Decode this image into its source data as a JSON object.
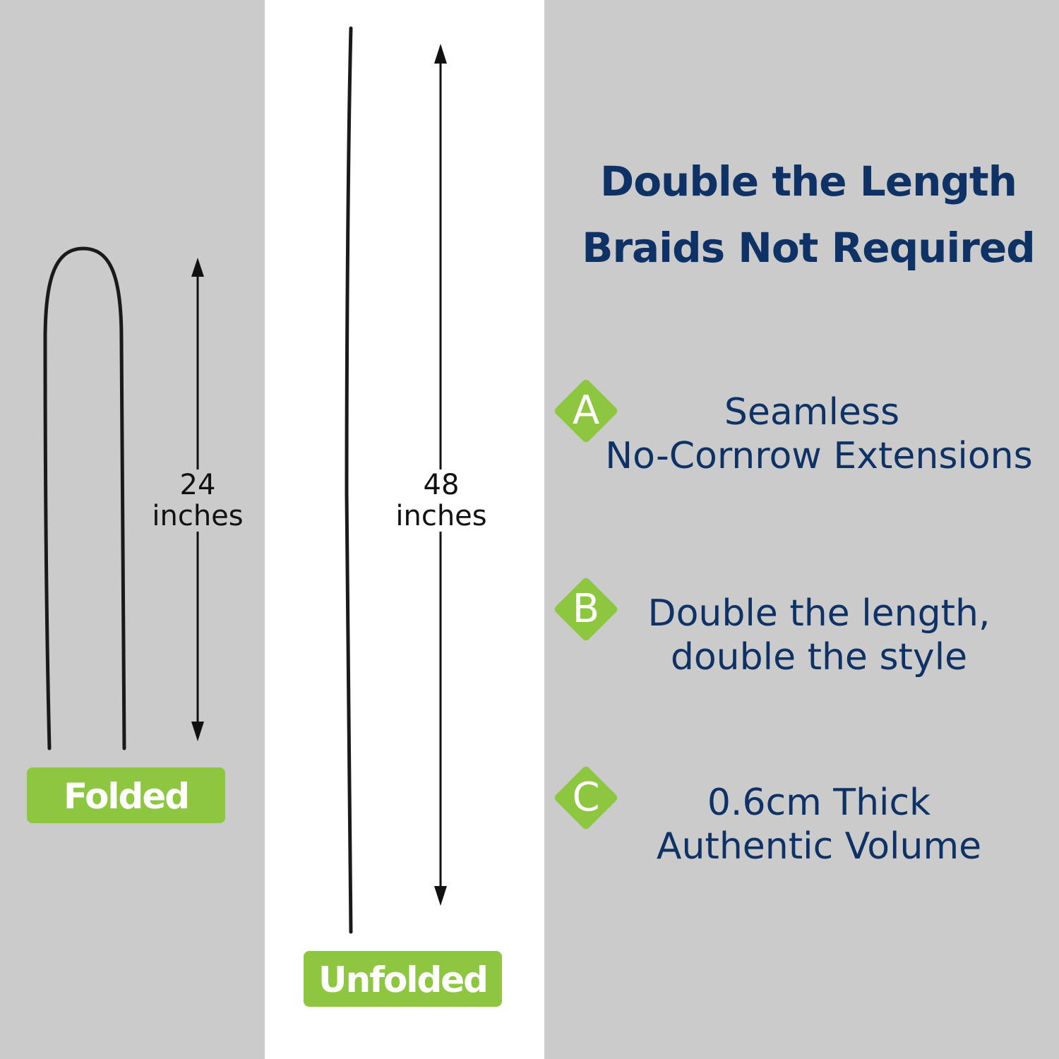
{
  "measurements": {
    "folded": {
      "number": "24",
      "unit": "inches"
    },
    "unfolded": {
      "number": "48",
      "unit": "inches"
    }
  },
  "tags": {
    "folded": "Folded",
    "unfolded": "Unfolded"
  },
  "headline": {
    "line1": "Double the Length",
    "line2": "Braids Not Required"
  },
  "features": [
    {
      "badge": "A",
      "line1": "Seamless",
      "line2": "No-Cornrow Extensions"
    },
    {
      "badge": "B",
      "line1": "Double the length,",
      "line2": "double the style"
    },
    {
      "badge": "C",
      "line1": "0.6cm Thick",
      "line2": "Authentic Volume"
    }
  ],
  "colors": {
    "accent_green": "#8dc63f",
    "headline_navy": "#0f3266",
    "panel_gray": "#cbcbcb",
    "panel_white": "#ffffff"
  }
}
